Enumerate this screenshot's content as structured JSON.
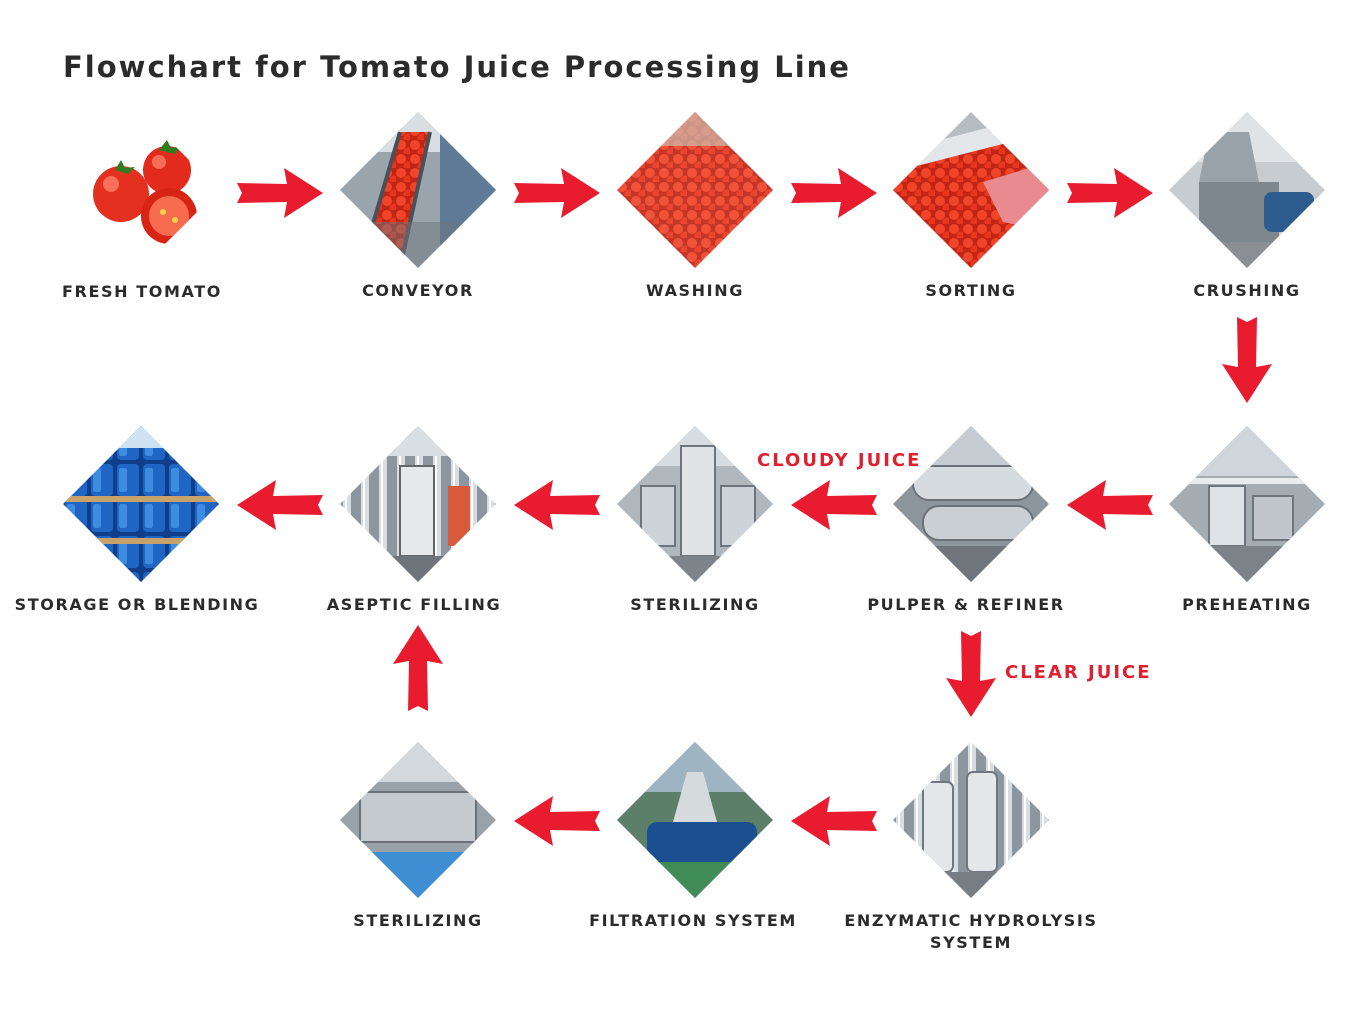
{
  "title": "Flowchart for Tomato Juice Processing Line",
  "colors": {
    "arrow": "#e81c2e",
    "text": "#2b2b2b",
    "branch": "#e0202f"
  },
  "steps": {
    "fresh_tomato": "FRESH TOMATO",
    "conveyor": "CONVEYOR",
    "washing": "WASHING",
    "sorting": "SORTING",
    "crushing": "CRUSHING",
    "preheating": "PREHEATING",
    "pulper_refiner": "PULPER & REFINER",
    "sterilizing_cloudy": "STERILIZING",
    "aseptic_filling": "ASEPTIC FILLING",
    "storage_blending": "STORAGE OR BLENDING",
    "enzymatic_line1": "ENZYMATIC HYDROLYSIS",
    "enzymatic_line2": "SYSTEM",
    "filtration": "FILTRATION SYSTEM",
    "sterilizing_clear": "STERILIZING"
  },
  "branches": {
    "cloudy": "CLOUDY JUICE",
    "clear": "CLEAR JUICE"
  }
}
